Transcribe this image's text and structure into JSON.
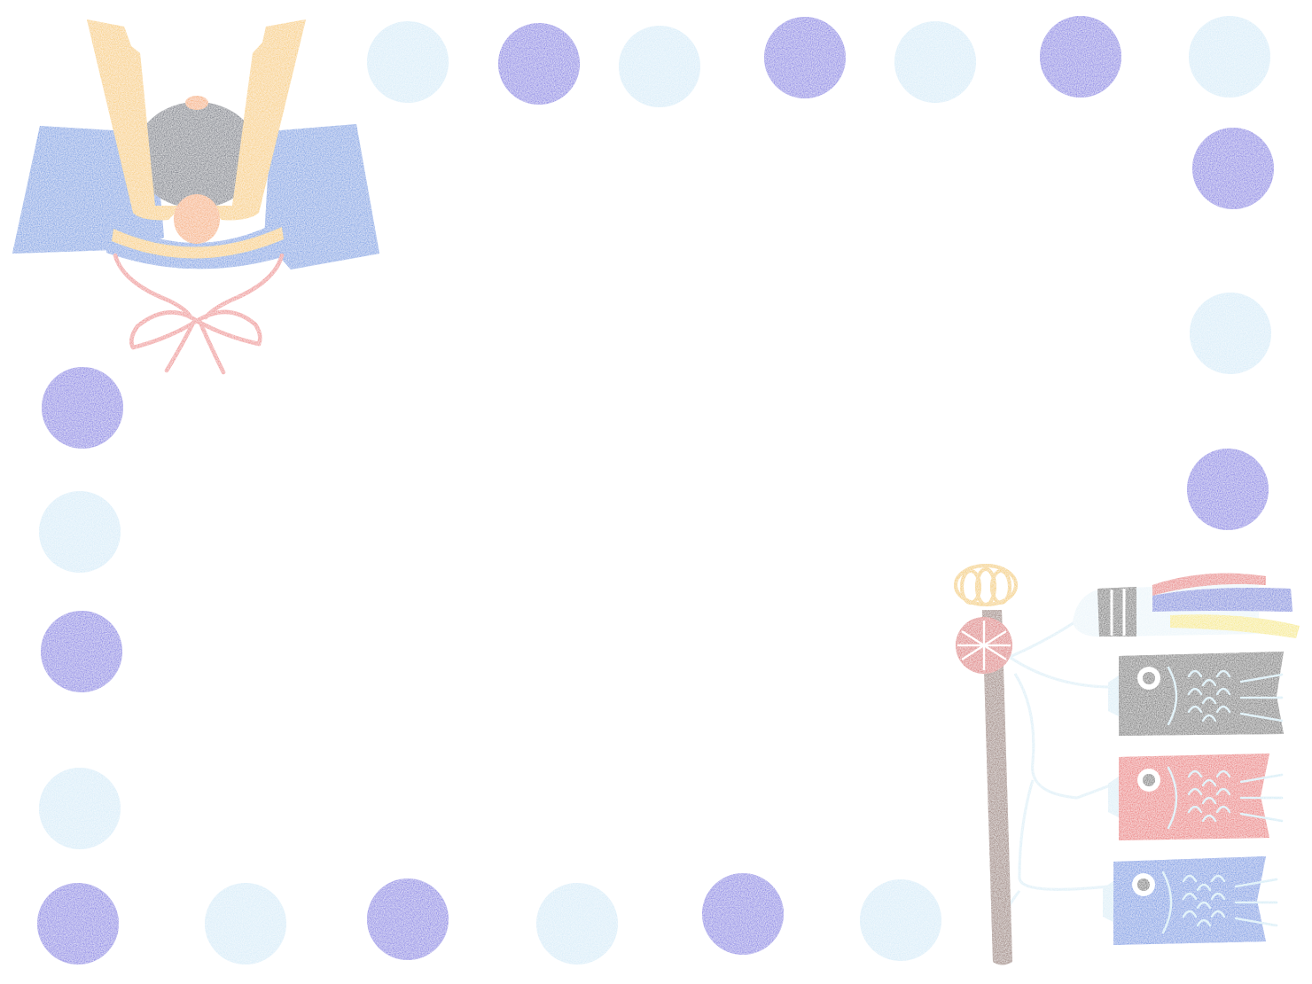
{
  "page": {
    "background": "#ffffff"
  },
  "palette": {
    "dot_dark": "#5a4fe0",
    "dot_light": "#cfe9f8",
    "helmet_wing": "#3f86e0",
    "helmet_horn": "#f7c33a",
    "helmet_dome": "#2f3b52",
    "helmet_knob": "#f59a3a",
    "cord": "#ec6a6a",
    "pole": "#7a4a35",
    "pole_top": "#f2c21a",
    "pole_ball": "#d83a3a",
    "koi_black": "#262626",
    "koi_red": "#e83a3a",
    "koi_blue": "#2f7ae0",
    "koi_line": "#c8e8f4",
    "streamer_body": "#e8f4fa",
    "streamer_red": "#e54a4a",
    "streamer_blue": "#3b5bd8",
    "streamer_yellow": "#f5e65a",
    "string": "#d6ecf6"
  },
  "frame": {
    "dot_pattern": [
      "light",
      "dark",
      "light",
      "dark",
      "light",
      "dark",
      "light",
      "dark",
      "light",
      "dark",
      "light",
      "dark",
      "light",
      "dark",
      "light",
      "dark",
      "light",
      "dark",
      "light",
      "dark",
      "light",
      "dark"
    ]
  },
  "decorations": {
    "helmet": {
      "icon": "kabuto-helmet-icon"
    },
    "koinobori": {
      "icon": "carp-streamer-icon",
      "koi": [
        "black",
        "red",
        "blue"
      ]
    }
  }
}
